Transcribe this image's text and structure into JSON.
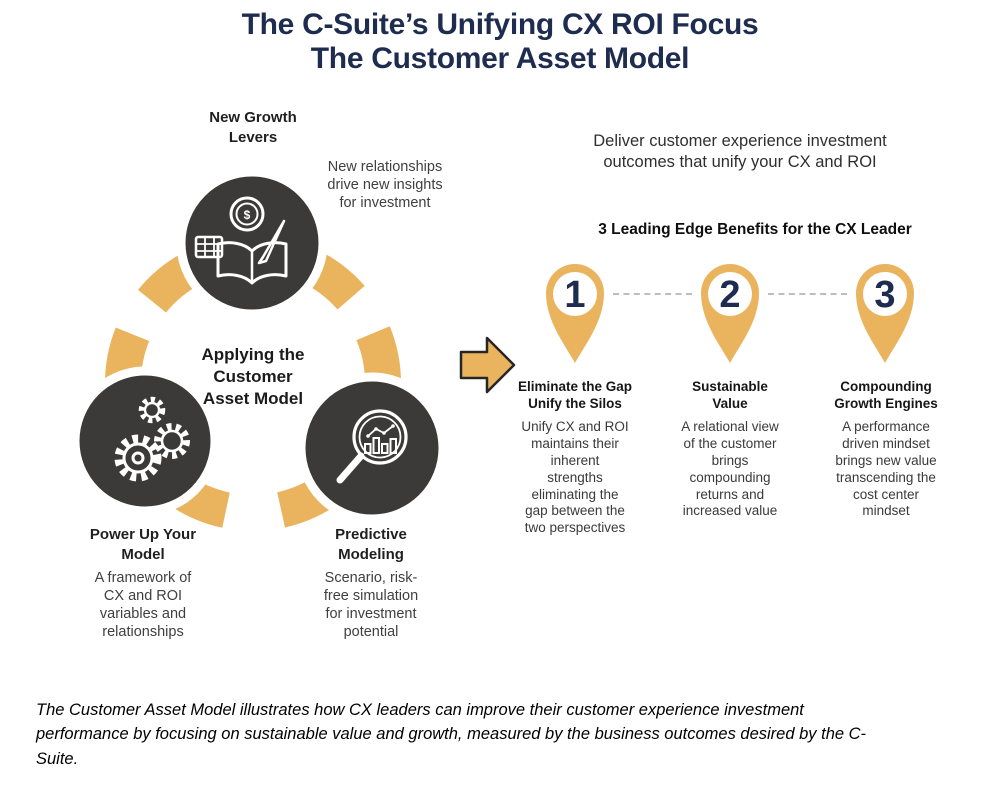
{
  "title": {
    "line1": "The C-Suite’s Unifying CX ROI Focus",
    "line2": "The Customer Asset Model"
  },
  "colors": {
    "navy": "#1e2c4f",
    "gold": "#eab45f",
    "charcoal": "#3b3a39",
    "dash_gray": "#bdbdbd"
  },
  "model_diagram": {
    "center_label": "Applying the\nCustomer\nAsset Model",
    "nodes": [
      {
        "label": "New Growth\nLevers",
        "description": "New relationships\ndrive new insights\nfor investment",
        "icon": "book-coin-pen-icon"
      },
      {
        "label": "Power Up Your\nModel",
        "description": "A framework of\nCX and ROI\nvariables and\nrelationships",
        "icon": "gears-icon"
      },
      {
        "label": "Predictive\nModeling",
        "description": "Scenario, risk-\nfree simulation\nfor investment\npotential",
        "icon": "magnifier-chart-icon"
      }
    ]
  },
  "right_panel": {
    "intro": "Deliver customer experience investment\noutcomes that unify your CX and ROI",
    "benefits_heading": "3 Leading Edge Benefits for the CX Leader",
    "benefits": [
      {
        "number": "1",
        "title": "Eliminate the Gap\nUnify the Silos",
        "description": "Unify CX and ROI\nmaintains their\ninherent\nstrengths\neliminating the\ngap between the\ntwo perspectives"
      },
      {
        "number": "2",
        "title": "Sustainable\nValue",
        "description": "A relational view\nof the customer\nbrings\ncompounding\nreturns and\nincreased value"
      },
      {
        "number": "3",
        "title": "Compounding\nGrowth Engines",
        "description": "A performance\ndriven mindset\nbrings new value\ntranscending the\ncost center\nmindset"
      }
    ]
  },
  "caption": "The Customer Asset Model illustrates how CX leaders can improve their customer experience investment\nperformance by focusing on sustainable value and growth, measured by the business outcomes desired by the C-\nSuite."
}
